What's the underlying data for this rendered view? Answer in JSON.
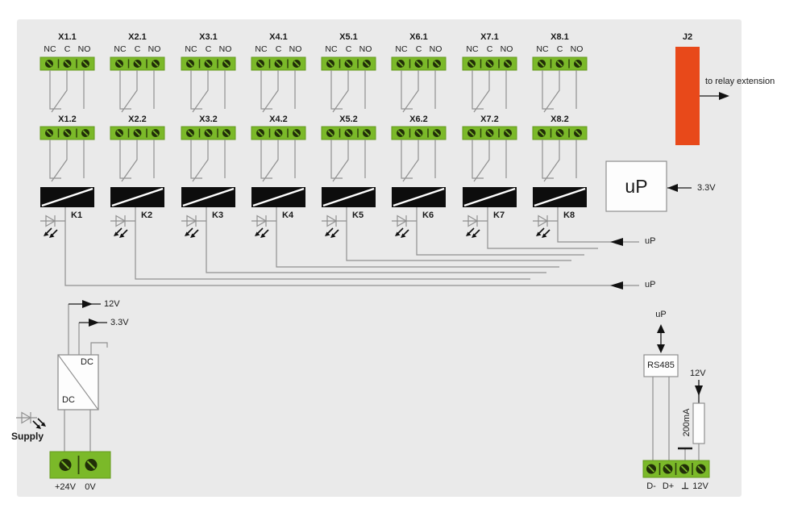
{
  "colors": {
    "panel_bg": "#eaeaea",
    "terminal_green": "#7bb929",
    "screw_dark": "#212e08",
    "relay_black": "#0d0d0d",
    "j2_orange": "#e8491a",
    "wire_gray": "#909090",
    "arrow_black": "#1a1a1a"
  },
  "contact_labels": [
    "NC",
    "C",
    "NO"
  ],
  "channels": [
    {
      "top": "X1.1",
      "bottom": "X1.2",
      "relay": "K1"
    },
    {
      "top": "X2.1",
      "bottom": "X2.2",
      "relay": "K2"
    },
    {
      "top": "X3.1",
      "bottom": "X3.2",
      "relay": "K3"
    },
    {
      "top": "X4.1",
      "bottom": "X4.2",
      "relay": "K4"
    },
    {
      "top": "X5.1",
      "bottom": "X5.2",
      "relay": "K5"
    },
    {
      "top": "X6.1",
      "bottom": "X6.2",
      "relay": "K6"
    },
    {
      "top": "X7.1",
      "bottom": "X7.2",
      "relay": "K7"
    },
    {
      "top": "X8.1",
      "bottom": "X8.2",
      "relay": "K8"
    }
  ],
  "extension": {
    "connector": "J2",
    "note": "to relay extension"
  },
  "controller": {
    "label": "uP",
    "power": "3.3V",
    "bus_label_top": "uP",
    "bus_label_bottom": "uP"
  },
  "power_supply": {
    "converter_top": "DC",
    "converter_bottom": "DC",
    "rail_12v": "12V",
    "rail_3v3": "3.3V",
    "led": "Supply",
    "terminal_plus": "+24V",
    "terminal_zero": "0V"
  },
  "serial": {
    "bus": "uP",
    "transceiver": "RS485",
    "fuse_rail": "12V",
    "fuse_rating": "200mA",
    "terminals": [
      "D-",
      "D+",
      "⊥",
      "12V"
    ]
  }
}
